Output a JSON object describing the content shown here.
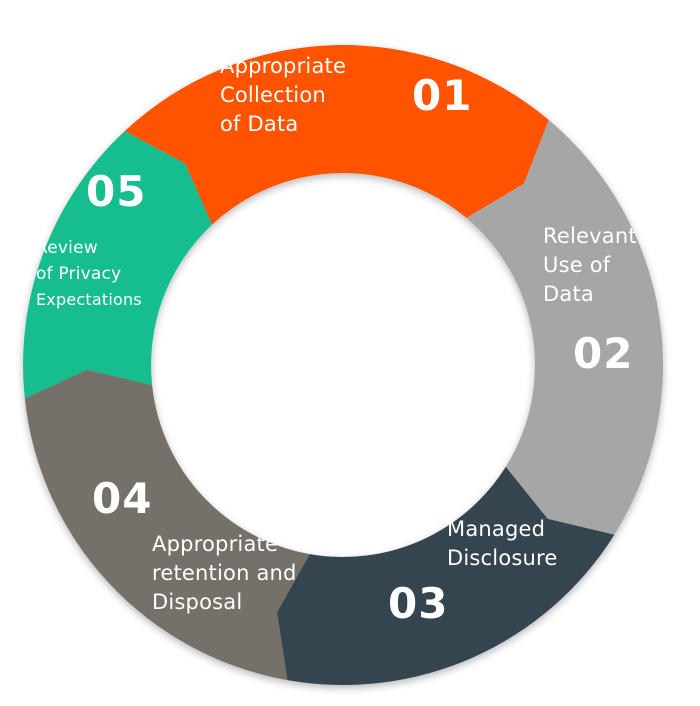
{
  "colors": {
    "s1": "#FF5300",
    "s2": "#A6A6A6",
    "s3": "#36444F",
    "s4": "#757168",
    "s5": "#14BE8F"
  },
  "segments": [
    {
      "number": "01",
      "lines": [
        "Appropriate",
        "Collection",
        "of Data"
      ]
    },
    {
      "number": "02",
      "lines": [
        "Relevant",
        "Use of",
        "Data"
      ]
    },
    {
      "number": "03",
      "lines": [
        "Managed",
        "Disclosure"
      ]
    },
    {
      "number": "04",
      "lines": [
        "Appropriate",
        "retention and",
        "Disposal"
      ]
    },
    {
      "number": "05",
      "lines": [
        "Review",
        "of Privacy",
        "Expectations"
      ]
    }
  ]
}
